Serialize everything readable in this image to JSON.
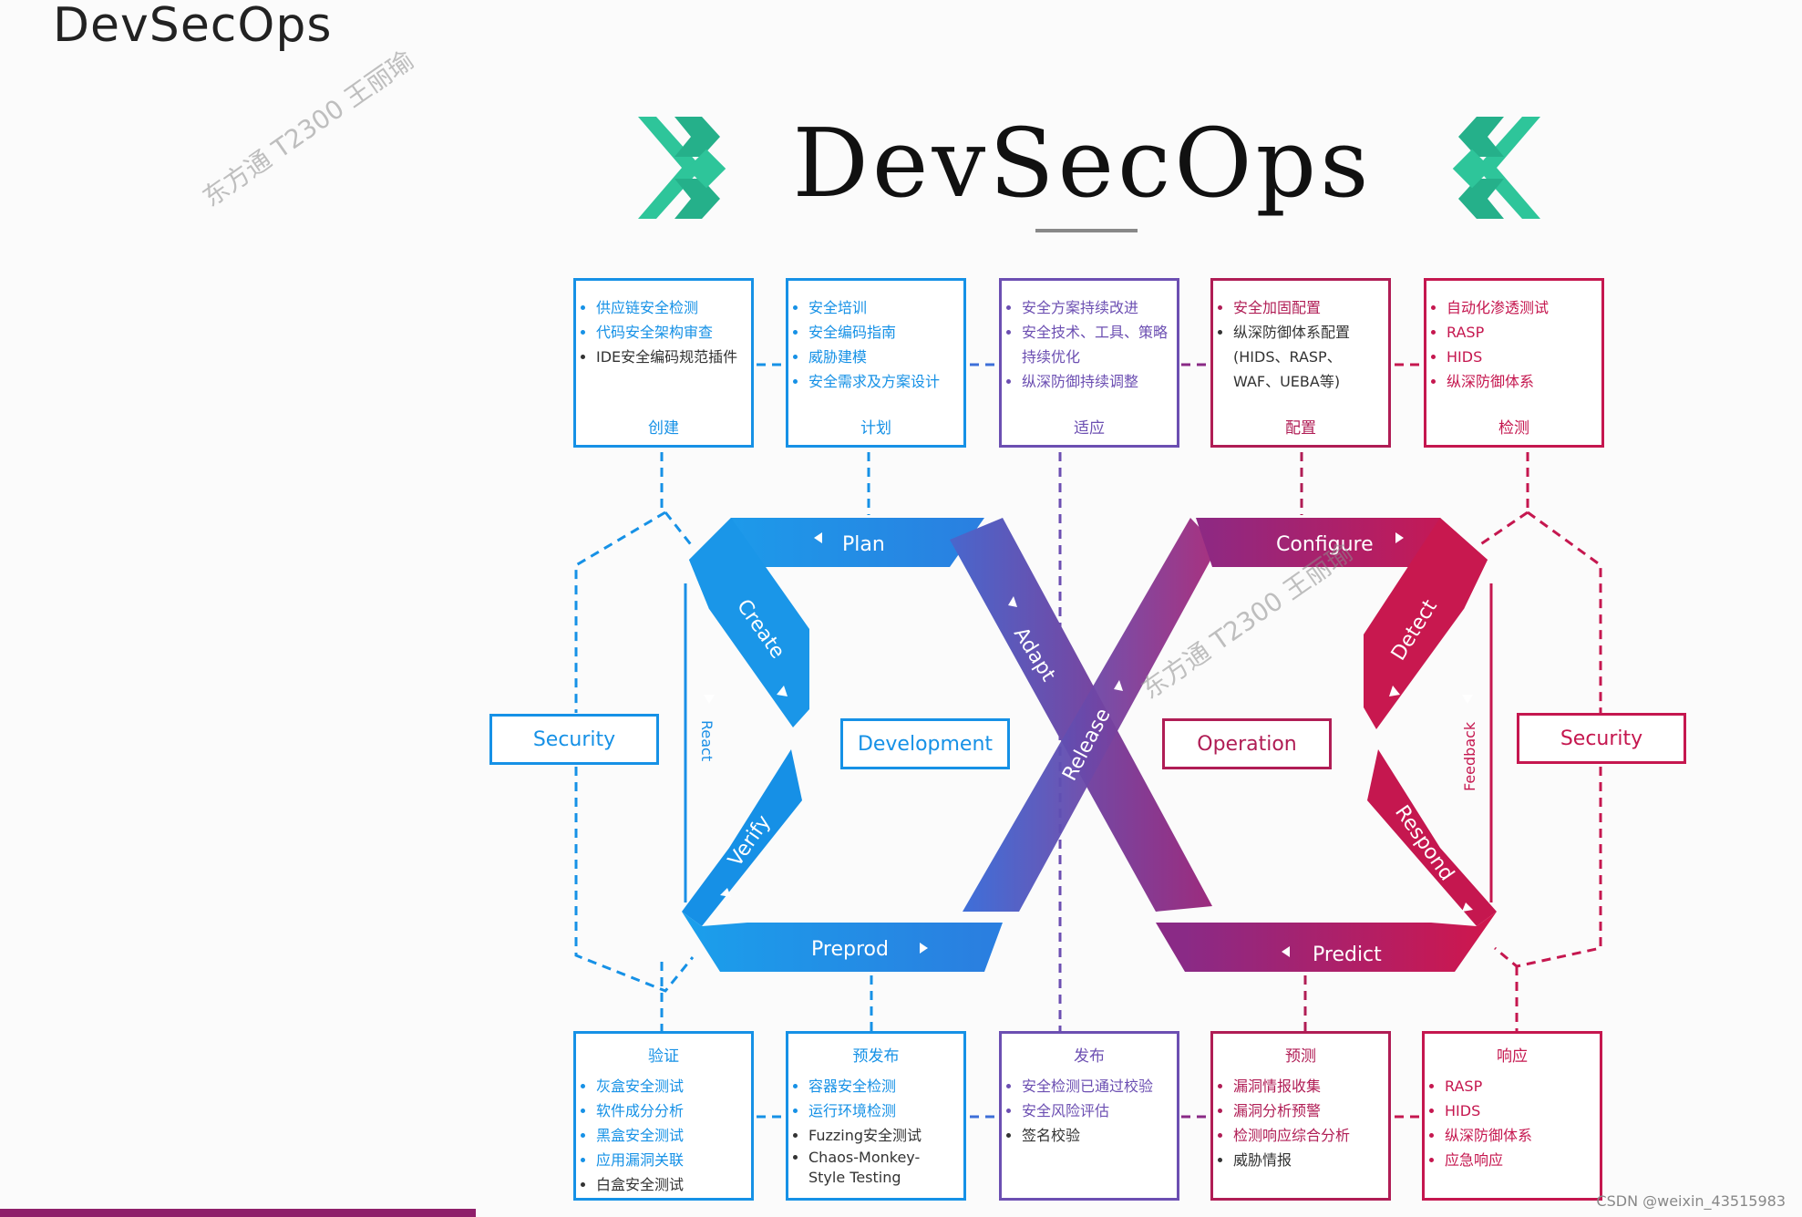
{
  "header": {
    "title": "DevSecOps"
  },
  "diagram": {
    "title": "DevSecOps",
    "colors": {
      "blue": "#1691e6",
      "purple": "#6c4fb2",
      "red": "#c5174f",
      "teal": "#2ec59a"
    },
    "stages": [
      {
        "id": "plan",
        "label": "Plan"
      },
      {
        "id": "create",
        "label": "Create"
      },
      {
        "id": "verify",
        "label": "Verify"
      },
      {
        "id": "preprod",
        "label": "Preprod"
      },
      {
        "id": "react",
        "label": "React"
      },
      {
        "id": "adapt",
        "label": "Adapt"
      },
      {
        "id": "release",
        "label": "Release"
      },
      {
        "id": "configure",
        "label": "Configure"
      },
      {
        "id": "detect",
        "label": "Detect"
      },
      {
        "id": "respond",
        "label": "Respond"
      },
      {
        "id": "predict",
        "label": "Predict"
      },
      {
        "id": "feedback",
        "label": "Feedback"
      }
    ],
    "center_labels": {
      "development": "Development",
      "operation": "Operation"
    },
    "security_left": "Security",
    "security_right": "Security",
    "top_boxes": [
      {
        "caption": "创建",
        "color": "#1691e6",
        "items": [
          "供应链安全检测",
          "代码安全架构审查",
          "IDE安全编码规范插件"
        ]
      },
      {
        "caption": "计划",
        "color": "#1691e6",
        "items": [
          "安全培训",
          "安全编码指南",
          "威胁建模",
          "安全需求及方案设计"
        ]
      },
      {
        "caption": "适应",
        "color": "#6c4fb2",
        "items": [
          "安全方案持续改进",
          "安全技术、工具、策略持续优化",
          "纵深防御持续调整"
        ]
      },
      {
        "caption": "配置",
        "color": "#b01d55",
        "items": [
          "安全加固配置",
          "纵深防御体系配置(HIDS、RASP、WAF、UEBA等)"
        ]
      },
      {
        "caption": "检测",
        "color": "#c5174f",
        "items": [
          "自动化渗透测试",
          "RASP",
          "HIDS",
          "纵深防御体系"
        ]
      }
    ],
    "bottom_boxes": [
      {
        "caption": "验证",
        "color": "#1691e6",
        "items": [
          "灰盒安全测试",
          "软件成分分析",
          "黑盒安全测试",
          "应用漏洞关联",
          "白盒安全测试"
        ]
      },
      {
        "caption": "预发布",
        "color": "#1691e6",
        "items": [
          "容器安全检测",
          "运行环境检测",
          "Fuzzing安全测试",
          "Chaos-Monkey-Style Testing"
        ]
      },
      {
        "caption": "发布",
        "color": "#6c4fb2",
        "items": [
          "安全检测已通过校验",
          "安全风险评估",
          "签名校验"
        ]
      },
      {
        "caption": "预测",
        "color": "#b01d55",
        "items": [
          "漏洞情报收集",
          "漏洞分析预警",
          "检测响应综合分析",
          "威胁情报"
        ]
      },
      {
        "caption": "响应",
        "color": "#c5174f",
        "items": [
          "RASP",
          "HIDS",
          "纵深防御体系",
          "应急响应"
        ]
      }
    ]
  },
  "watermarks": [
    "东方通 T2300 王丽瑜",
    "东方通 T2300 王丽瑜"
  ],
  "footer": {
    "csdn": "CSDN @weixin_43515983"
  }
}
